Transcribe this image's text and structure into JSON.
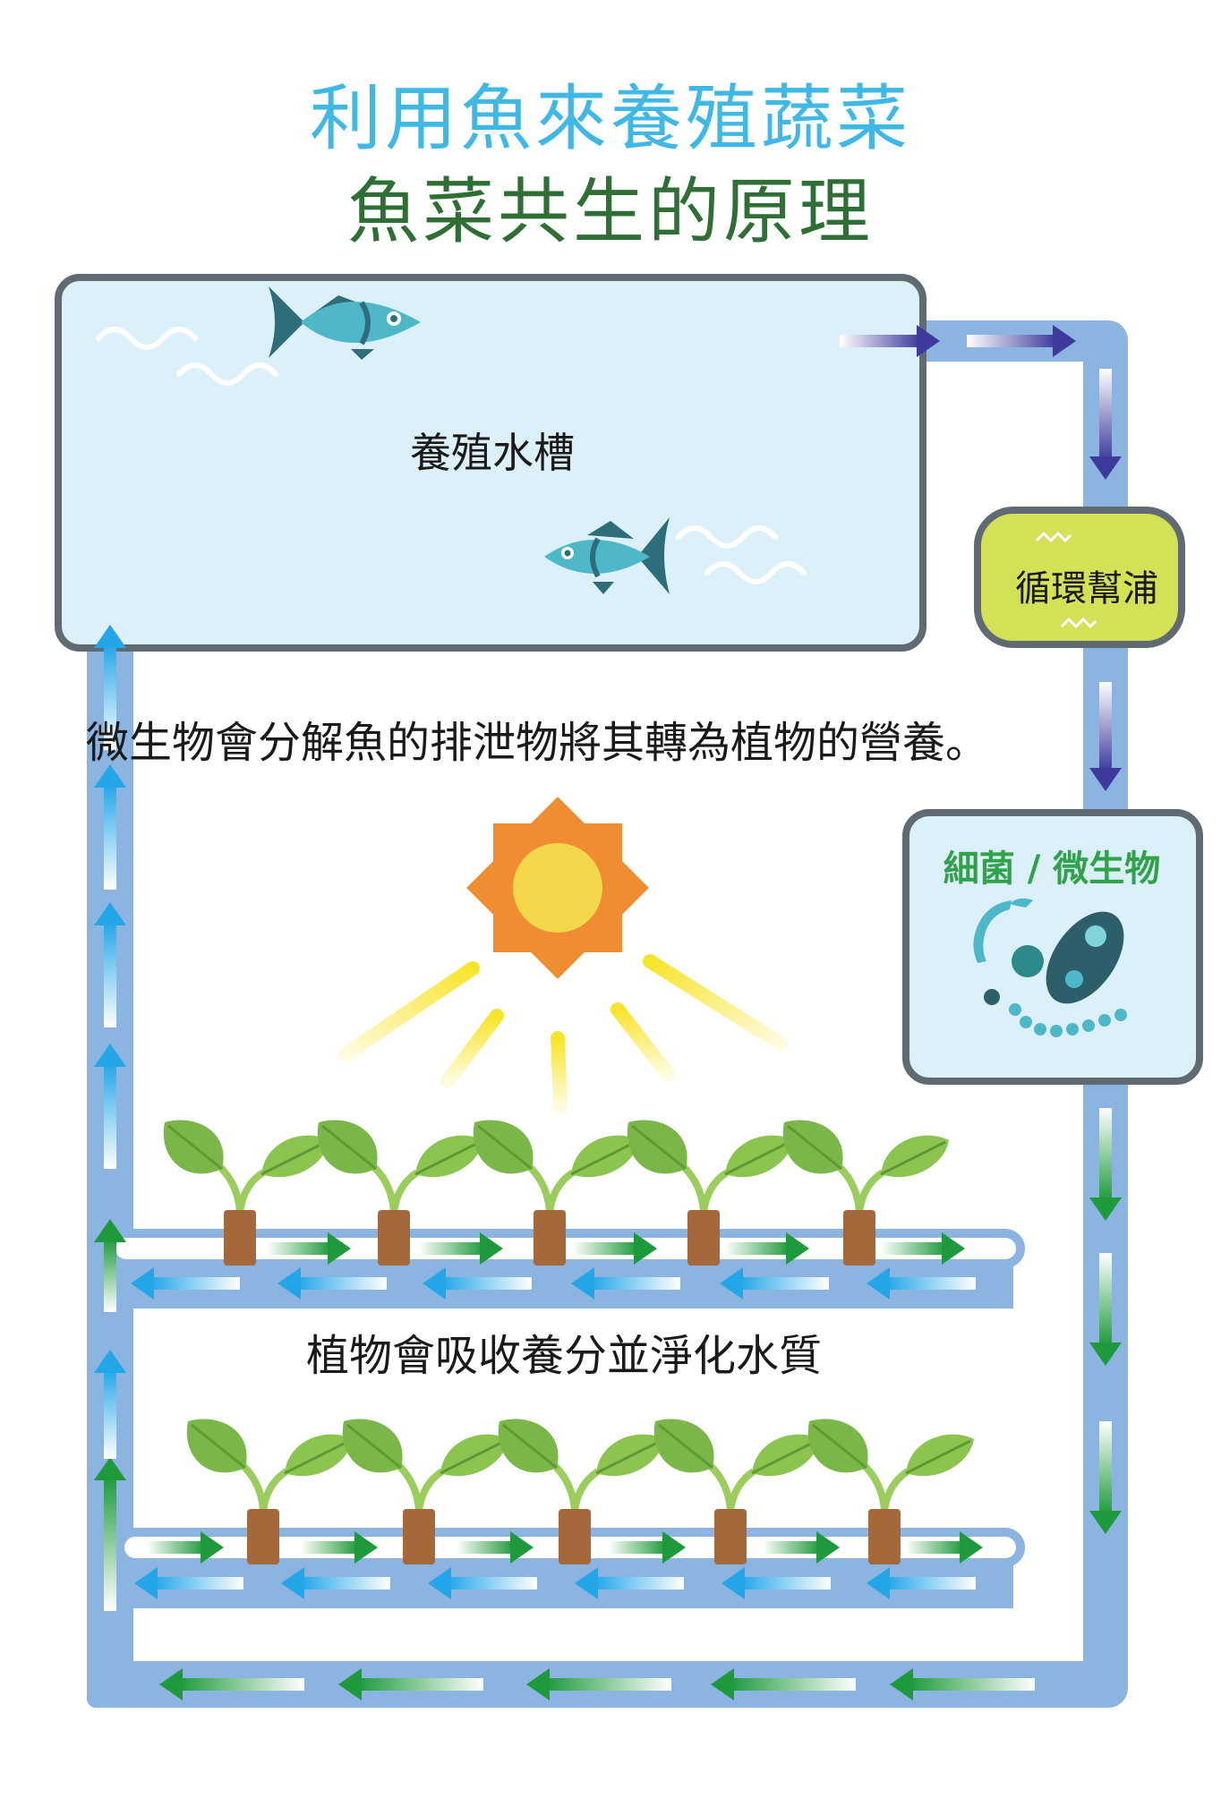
{
  "title_line1": "利用魚來養殖蔬菜",
  "title_line2": "魚菜共生的原理",
  "tank": {
    "label": "養殖水槽"
  },
  "pump": {
    "label": "循環幫浦"
  },
  "bacteria": {
    "label": "細菌 / 微生物"
  },
  "description_microbes": "微生物會分解魚的排泄物將其轉為植物的營養。",
  "description_plants": "植物會吸收養分並淨化水質",
  "colors": {
    "title_blue": "#3fb8e6",
    "title_green": "#2f6e34",
    "pipe": "#8bb4e0",
    "tank_fill": "#dbf0f8",
    "pump_fill": "#d4e157",
    "arrow_purple": "#3d3a9c",
    "arrow_green": "#1e9a3c",
    "arrow_blue": "#22a6e8",
    "sun_orange": "#f08c32",
    "sun_yellow": "#f2d84a",
    "leaf_green": "#7ab648",
    "pot_brown": "#a5683a",
    "fish": "#4fb8c8"
  },
  "icons": [
    "fish-icon",
    "sun-icon",
    "plant-icon",
    "bacteria-icon",
    "wave-icon",
    "arrow-icon"
  ]
}
